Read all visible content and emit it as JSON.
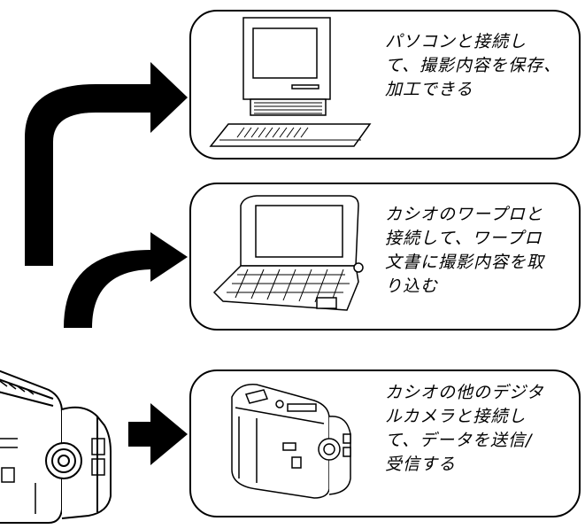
{
  "colors": {
    "ink": "#000000",
    "paper": "#ffffff"
  },
  "boxes": [
    {
      "id": "pc",
      "icon": "desktop-computer-icon",
      "text": "パソコンと接続し\nて、撮影内容を保存、\n加工できる"
    },
    {
      "id": "wp",
      "icon": "word-processor-icon",
      "text": "カシオのワープロと\n接続して、ワープロ\n文書に撮影内容を取\nり込む"
    },
    {
      "id": "cam",
      "icon": "digital-camera-icon",
      "text": "カシオの他のデジタ\nルカメラと接続し\nて、データを送信/\n受信する"
    }
  ]
}
